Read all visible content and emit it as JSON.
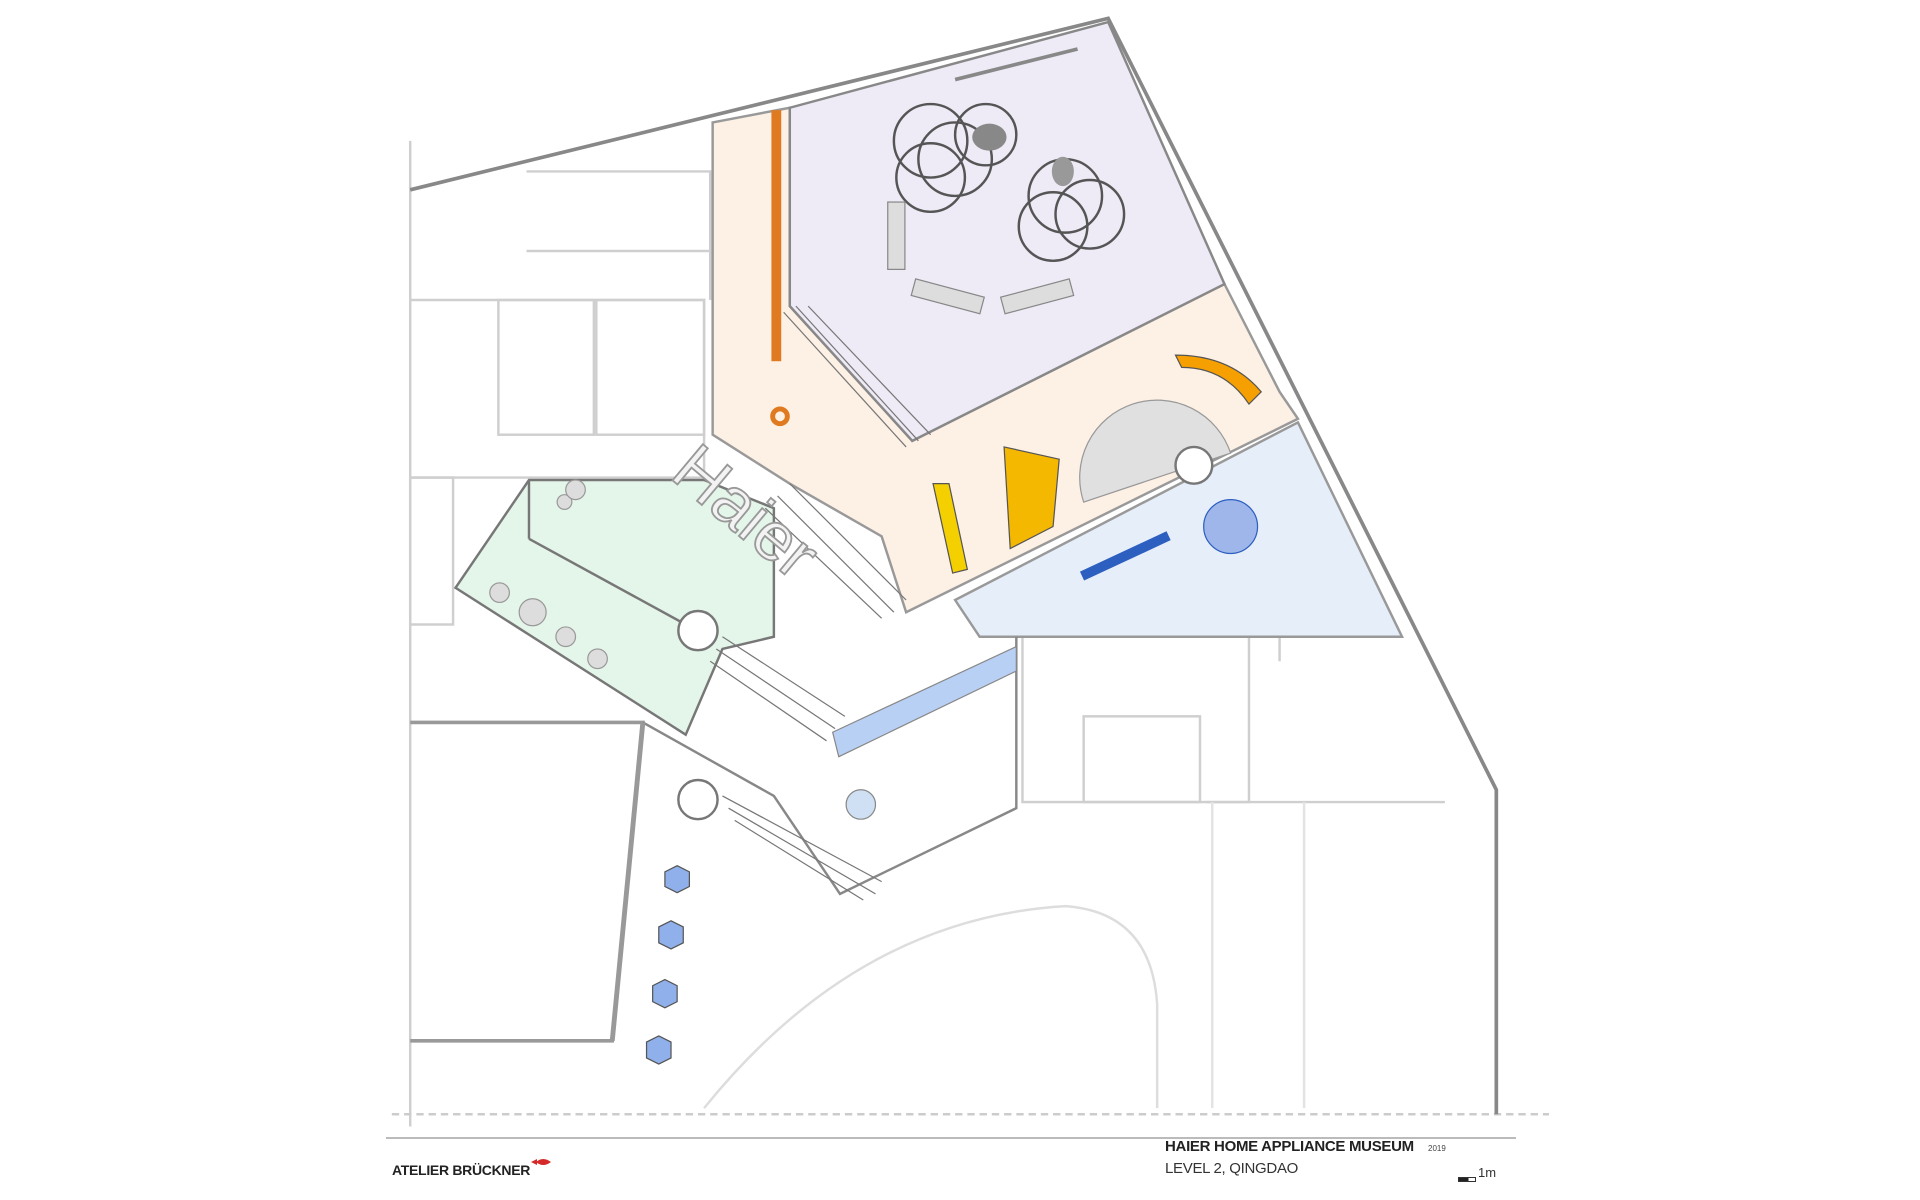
{
  "firm": {
    "name": "ATELIER BRÜCKNER"
  },
  "title_block": {
    "title": "HAIER HOME APPLIANCE MUSEUM",
    "year": "2019",
    "subtitle": "LEVEL 2, QINGDAO",
    "scale_label": "1m"
  },
  "plan": {
    "floor_logo": "Haier",
    "zone_colors": {
      "purple": "#eeeaf6",
      "peach": "#fdf0e4",
      "blue": "#e6eefa",
      "green": "#e4f5ea",
      "orange_accent": "#e07a20",
      "yellow_accent": "#f5b800",
      "blue_accent": "#2d5fc0",
      "wall": "#8a8a8a",
      "context_lines": "#cfcfcf",
      "brand_red": "#d42a2a"
    }
  }
}
